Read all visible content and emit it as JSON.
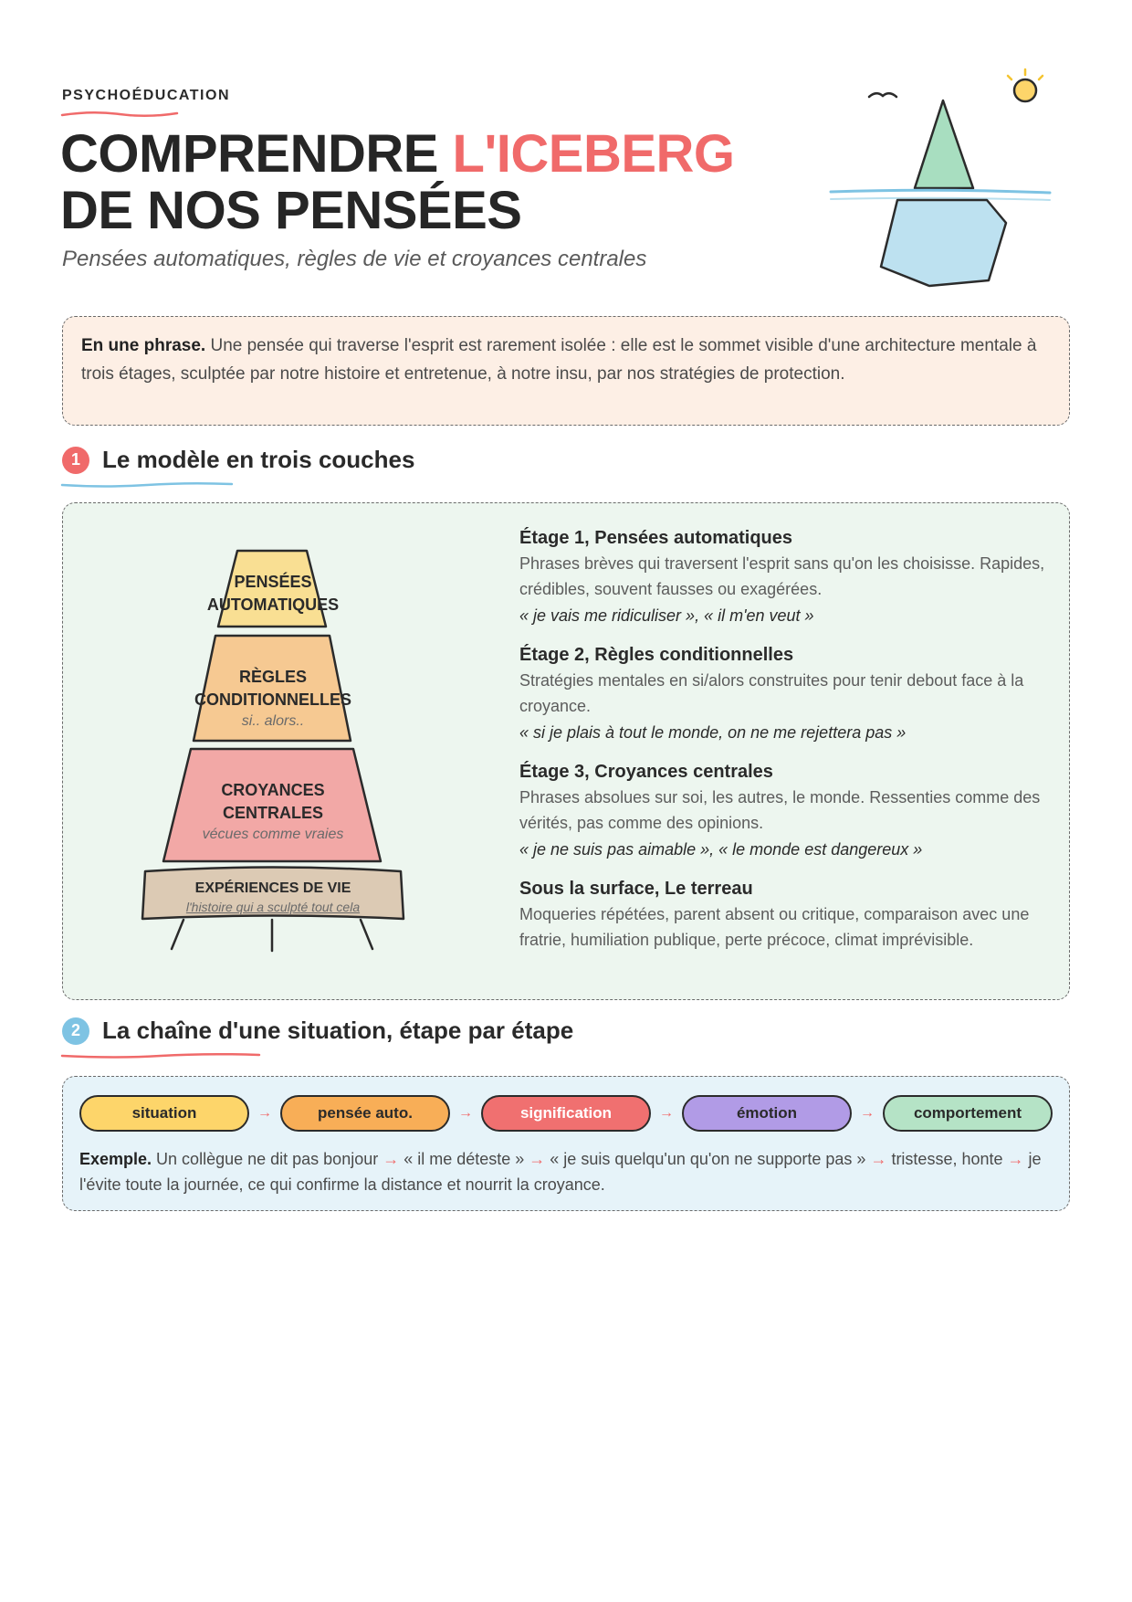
{
  "header": {
    "kicker": "PSYCHOÉDUCATION",
    "title_line1_main": "COMPRENDRE ",
    "title_line1_accent": "L'ICEBERG",
    "title_line2": "DE NOS PENSÉES",
    "subtitle": "Pensées automatiques, règles de vie et croyances centrales"
  },
  "callout": {
    "lead": "En une phrase.",
    "text": " Une pensée qui traverse l'esprit est rarement isolée : elle est le sommet visible d'une architecture mentale à trois étages, sculptée par notre histoire et entretenue, à notre insu, par nos stratégies de protection."
  },
  "section1": {
    "number": "1",
    "title": "Le modèle en trois couches"
  },
  "pyramid": {
    "tier1": {
      "line1": "PENSÉES",
      "line2": "AUTOMATIQUES"
    },
    "tier2": {
      "line1": "RÈGLES",
      "line2": "CONDITIONNELLES",
      "sub": "si.. alors.."
    },
    "tier3": {
      "line1": "CROYANCES",
      "line2": "CENTRALES",
      "sub": "vécues comme vraies"
    },
    "base": {
      "line1": "EXPÉRIENCES DE VIE",
      "sub": "l'histoire qui a sculpté tout cela"
    }
  },
  "stages": [
    {
      "title": "Étage 1, Pensées automatiques",
      "text": "Phrases brèves qui traversent l'esprit sans qu'on les choisisse. Rapides, crédibles, souvent fausses ou exagérées.",
      "quote": "« je vais me ridiculiser », « il m'en veut »"
    },
    {
      "title": "Étage 2, Règles conditionnelles",
      "text": "Stratégies mentales en si/alors construites pour tenir debout face à la croyance.",
      "quote": "« si je plais à tout le monde, on ne me rejettera pas »"
    },
    {
      "title": "Étage 3, Croyances centrales",
      "text": "Phrases absolues sur soi, les autres, le monde. Ressenties comme des vérités, pas comme des opinions.",
      "quote": "« je ne suis pas aimable », « le monde est dangereux »"
    },
    {
      "title": "Sous la surface, Le terreau",
      "text": "Moqueries répétées, parent absent ou critique, comparaison avec une fratrie, humiliation publique, perte précoce, climat imprévisible.",
      "quote": ""
    }
  ],
  "section2": {
    "number": "2",
    "title": "La chaîne d'une situation, étape par étape"
  },
  "chain": {
    "steps": [
      "situation",
      "pensée auto.",
      "signification",
      "émotion",
      "comportement"
    ],
    "arrow": "→",
    "example_lead": "Exemple.",
    "example_parts": [
      " Un collègue ne dit pas bonjour ",
      " « il me déteste » ",
      " « je suis quelqu'un qu'on ne supporte pas » ",
      " tristesse, honte ",
      " je l'évite toute la journée, ce qui confirme la distance et nourrit la croyance."
    ]
  },
  "colors": {
    "accent_red": "#f06a6a",
    "accent_blue": "#7ec3e3",
    "tier1": "#f9df93",
    "tier2": "#f6c992",
    "tier3": "#f2a8a6",
    "base": "#dccab4",
    "pill_situation": "#fdd56a",
    "pill_pensee": "#f8ae57",
    "pill_signification": "#f07070",
    "pill_emotion": "#b19be6",
    "pill_comportement": "#b5e3c6"
  }
}
